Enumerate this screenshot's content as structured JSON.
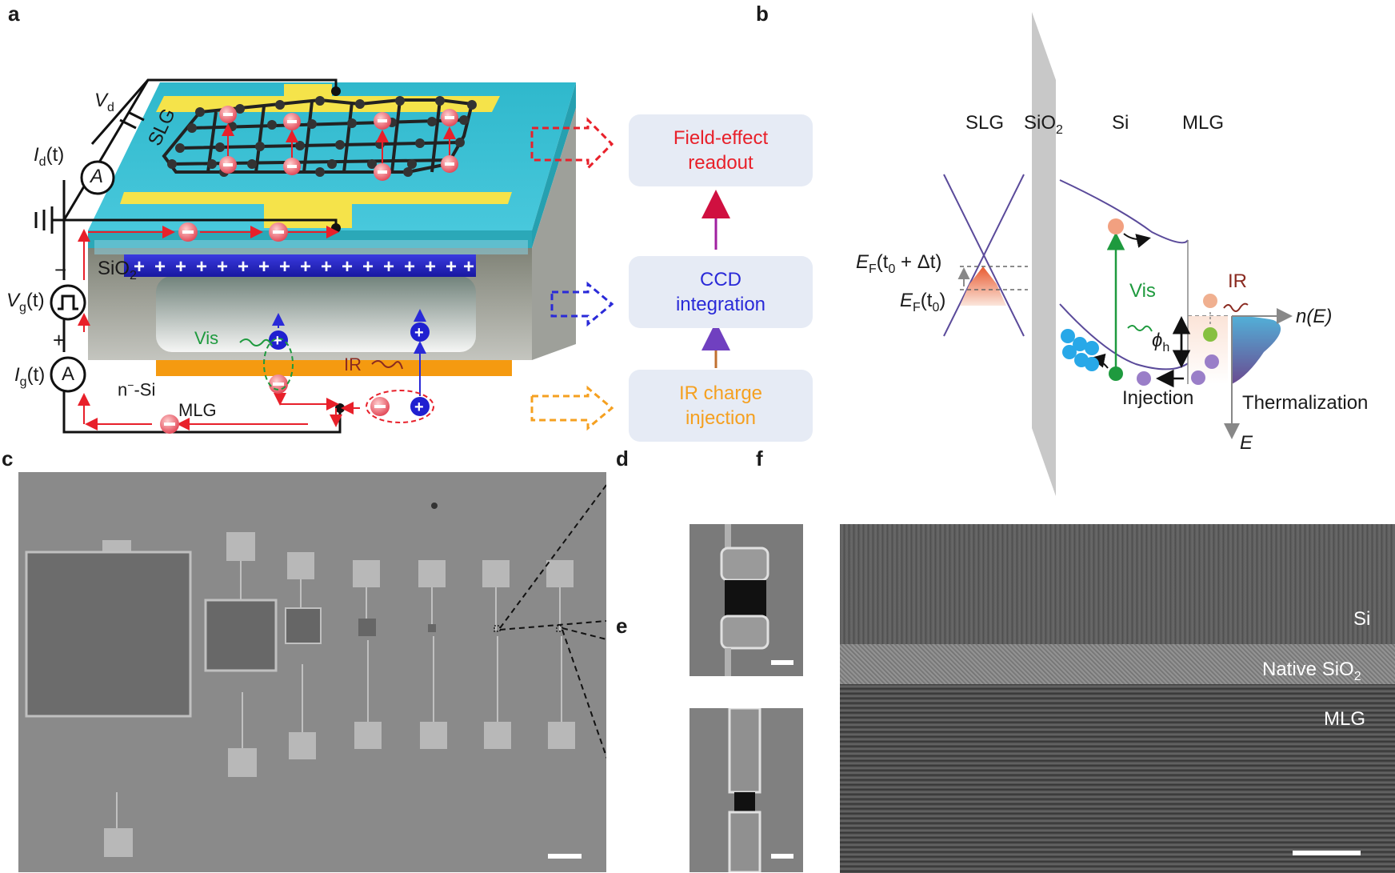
{
  "panels": {
    "a": "a",
    "b": "b",
    "c": "c",
    "d": "d",
    "e": "e",
    "f": "f"
  },
  "panel_a": {
    "circuit": {
      "vd": "V",
      "vd_sub": "d",
      "id": "I",
      "id_sub": "d",
      "id_arg": "(t)",
      "ammeter_top": "A",
      "vg": "V",
      "vg_sub": "g",
      "vg_arg": "(t)",
      "ig": "I",
      "ig_sub": "g",
      "ig_arg": "(t)",
      "ammeter_bottom": "A",
      "minus": "−",
      "plus": "+"
    },
    "device": {
      "slg": "SLG",
      "sio2": "SiO",
      "sio2_sub": "2",
      "nsi": "n",
      "nsi_sup": "−",
      "nsi_rest": "-Si",
      "mlg": "MLG",
      "vis": "Vis",
      "ir": "IR"
    },
    "flow": {
      "readout": [
        "Field-effect",
        "readout"
      ],
      "ccd": [
        "CCD",
        "integration"
      ],
      "ir": [
        "IR charge",
        "injection"
      ]
    },
    "colors": {
      "readout": "#e8202a",
      "ccd": "#2a2ad8",
      "ir": "#f5a020",
      "sio2_top": "#2ab7c8",
      "silicon": "#b4b6b6",
      "mlg": "#f59a10",
      "electrode": "#f2e34a"
    }
  },
  "panel_b": {
    "headers": [
      "SLG",
      "SiO",
      "Si",
      "MLG"
    ],
    "sio2_sub": "2",
    "ef1": "E",
    "ef1_sub": "F",
    "ef1_arg": "(t",
    "ef1_arg_sub": "0",
    "ef1_arg_rest": " + Δt)",
    "ef2": "E",
    "ef2_sub": "F",
    "ef2_arg": "(t",
    "ef2_arg_sub": "0",
    "ef2_arg_rest": ")",
    "vis": "Vis",
    "ir": "IR",
    "phi": "ϕ",
    "phi_sub": "h",
    "n_of_e": "n(E)",
    "e_axis": "E",
    "injection": "Injection",
    "thermalization": "Thermalization"
  },
  "panel_f": {
    "labels": [
      "Si",
      "Native SiO",
      "MLG"
    ],
    "sio2_sub": "2"
  }
}
